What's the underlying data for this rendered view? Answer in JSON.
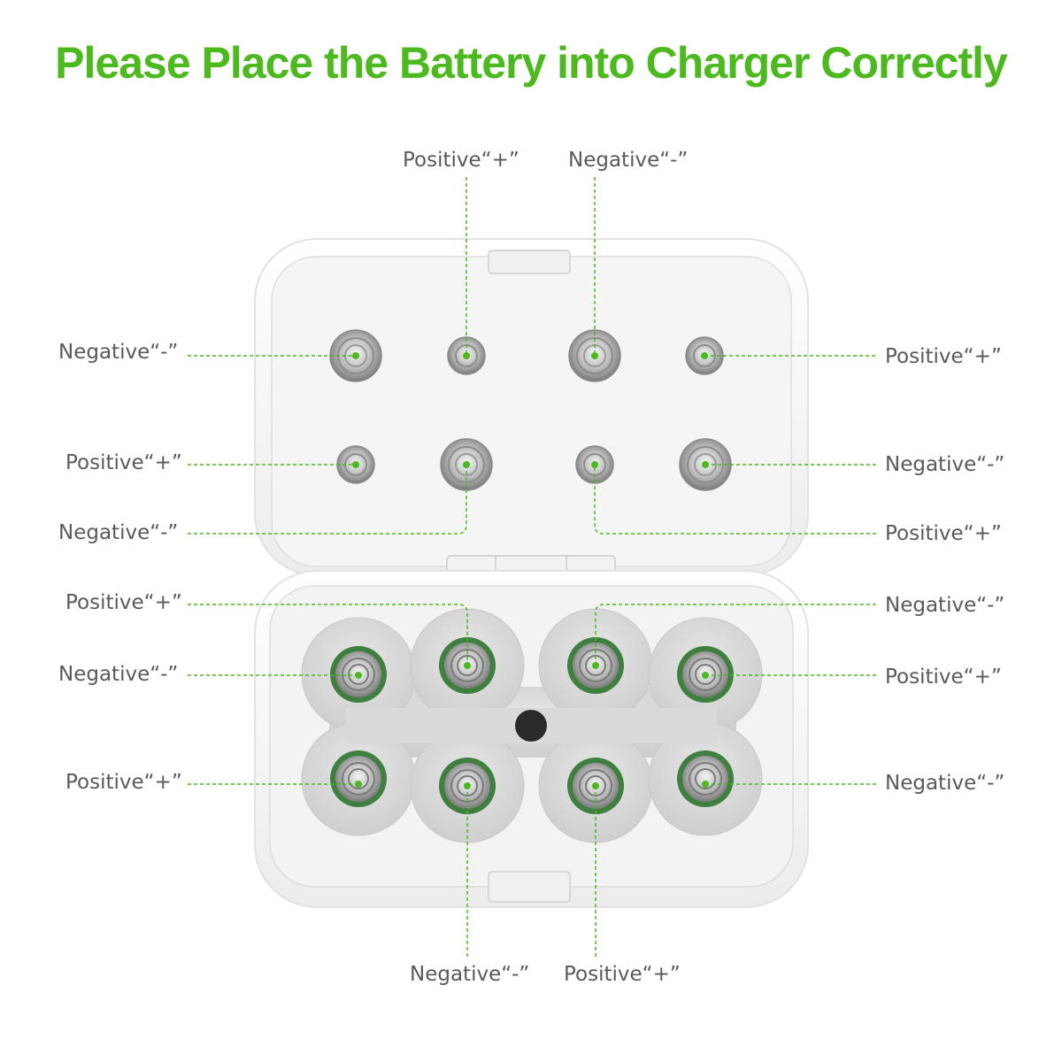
{
  "title": "Please Place the Battery into Charger Correctly",
  "colors": {
    "accent": "#4cb91f",
    "label_text": "#5a5a5a",
    "case_body": "#ffffff",
    "case_inner": "#f3f3f3",
    "slot_well": "#d8d8d8",
    "contact_ring": "#3f7f3f"
  },
  "labels": {
    "top_left_positive": "Positive“+”",
    "top_right_negative": "Negative“-”",
    "left_1": "Negative“-”",
    "left_2": "Positive“+”",
    "left_3": "Negative“-”",
    "left_4": "Positive“+”",
    "left_5": "Negative“-”",
    "left_6": "Positive“+”",
    "right_1": "Positive“+”",
    "right_2": "Negative“-”",
    "right_3": "Positive“+”",
    "right_4": "Negative“-”",
    "right_5": "Positive“+”",
    "right_6": "Negative“-”",
    "bottom_left_negative": "Negative“-”",
    "bottom_right_positive": "Positive“+”"
  }
}
